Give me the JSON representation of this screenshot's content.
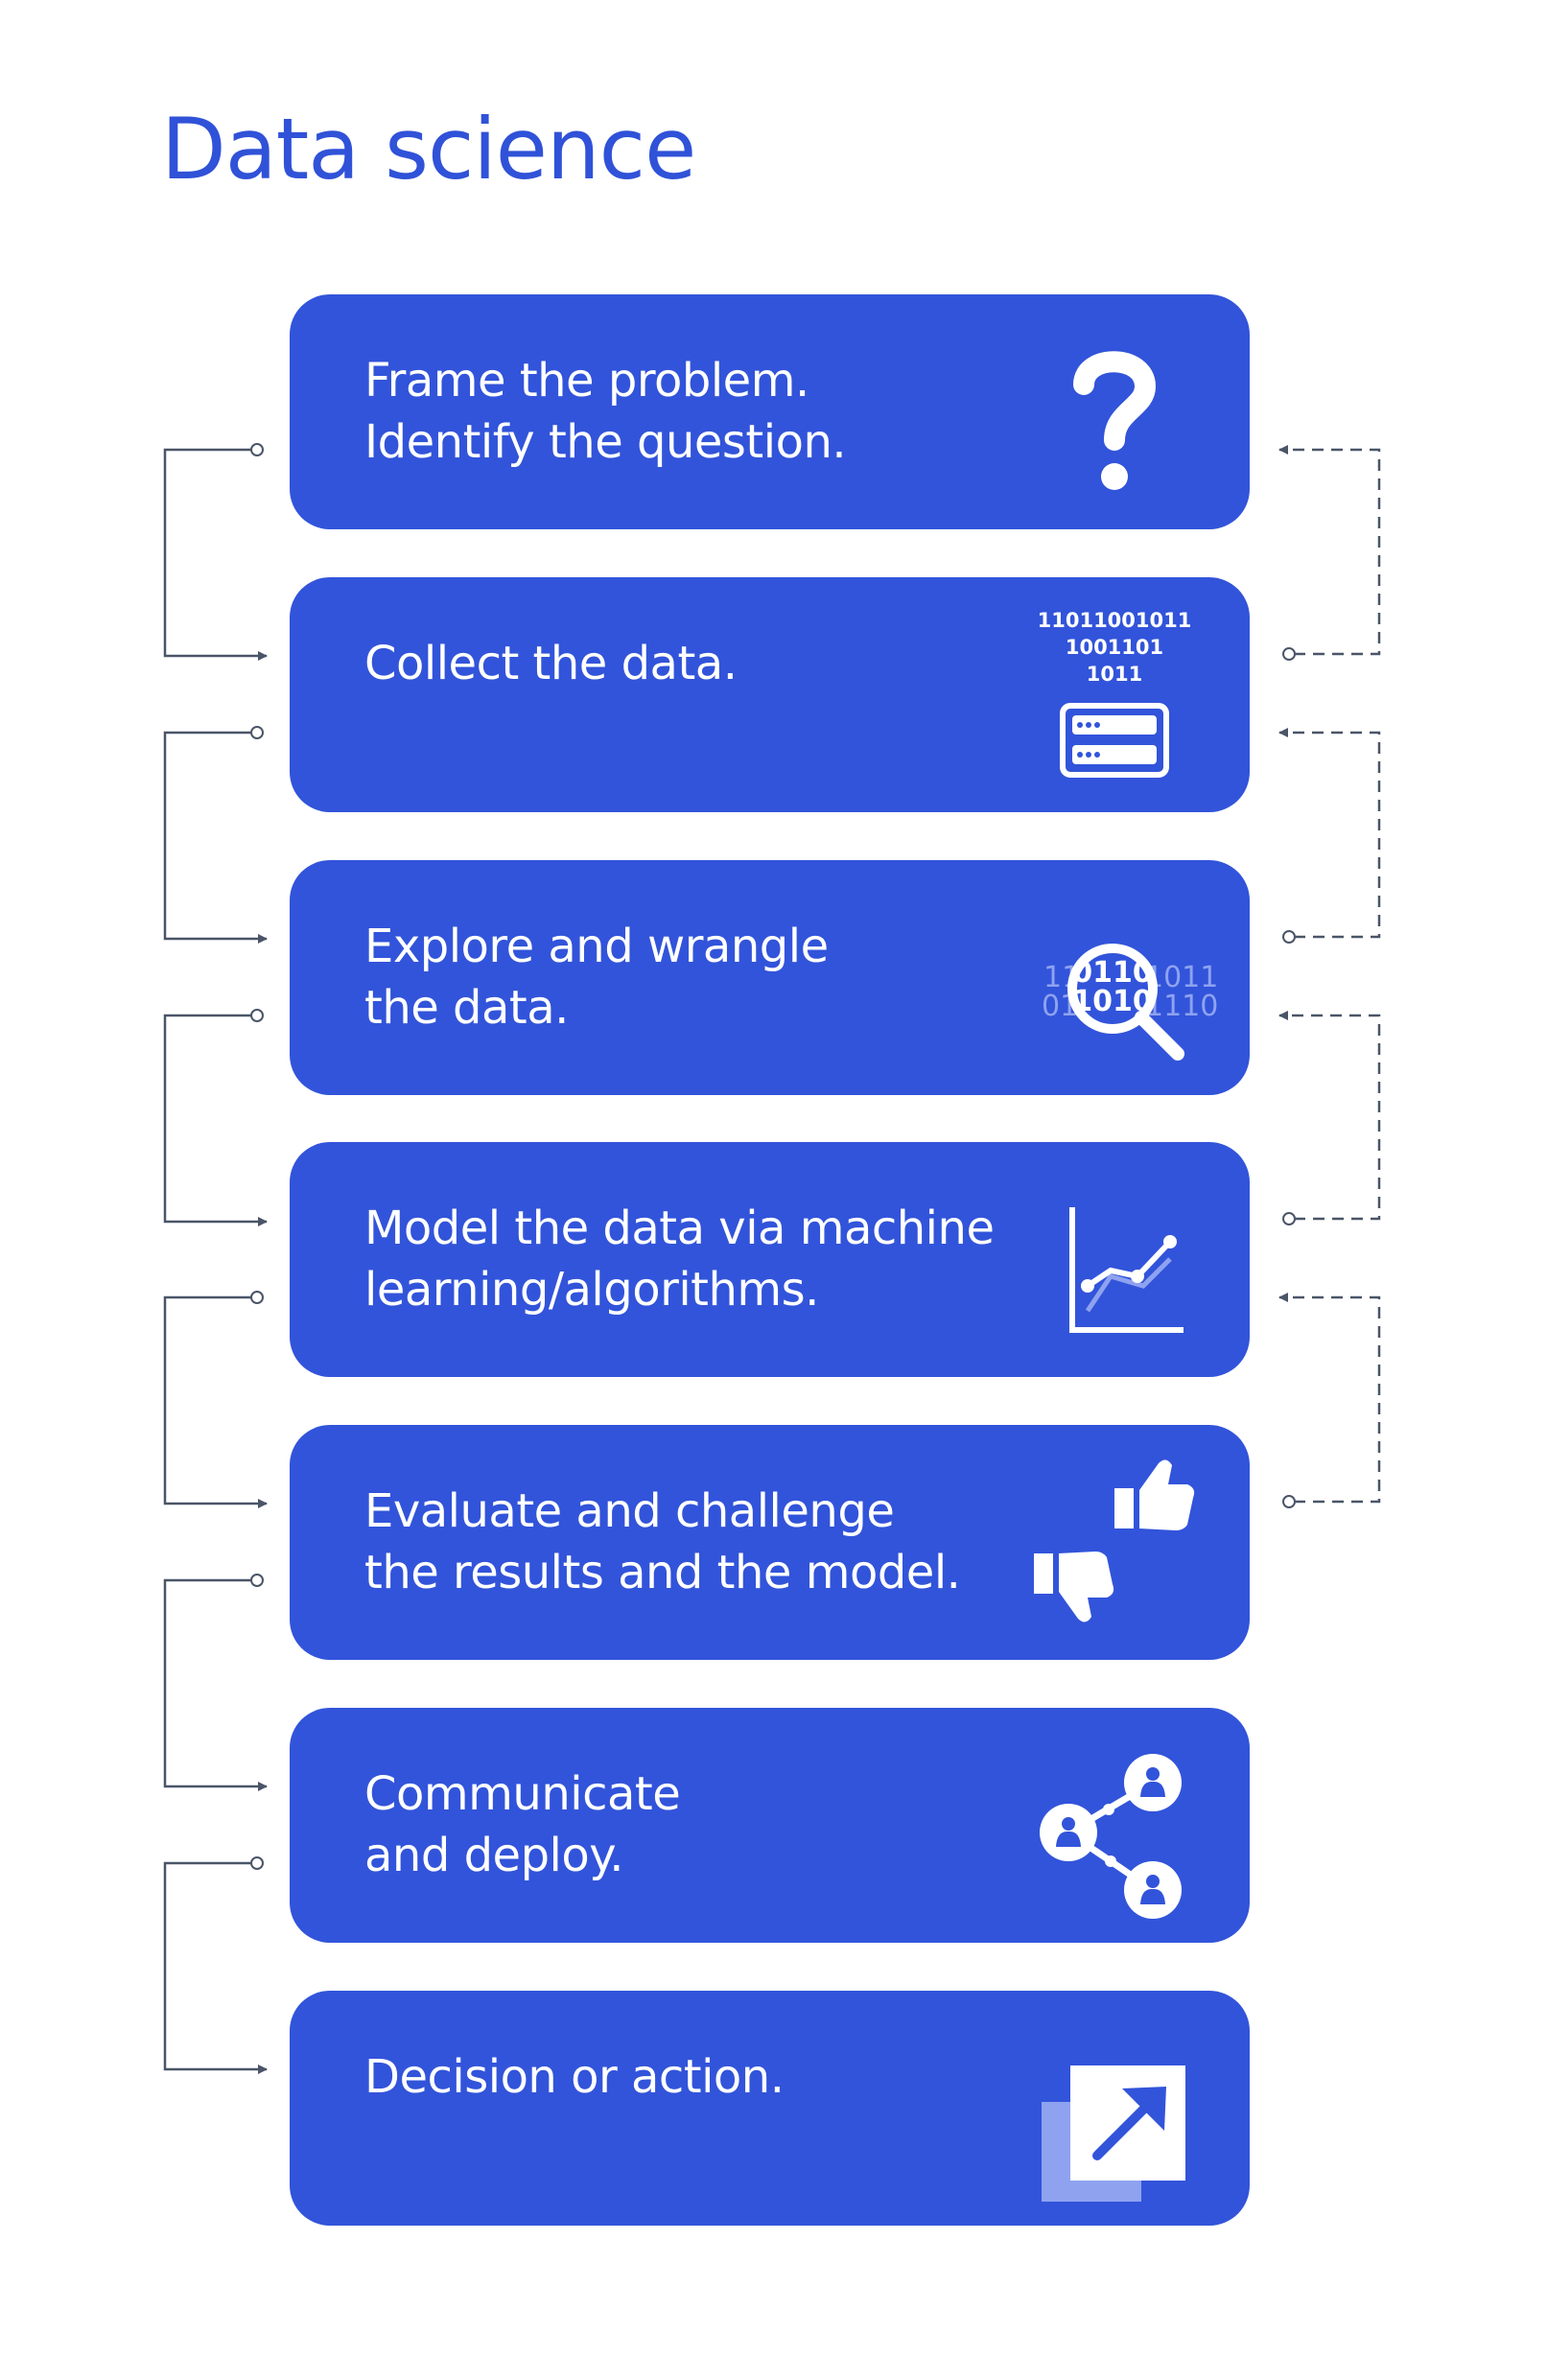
{
  "title": "Data science",
  "colors": {
    "title": "#3052d8",
    "card": "#3254da",
    "icon_secondary": "#8ea2f0",
    "connector": "#4a5568"
  },
  "steps": [
    {
      "id": "frame",
      "lines": [
        "Frame the problem.",
        "Identify the question."
      ],
      "icon": "question-mark-icon"
    },
    {
      "id": "collect",
      "lines": [
        "Collect the data."
      ],
      "icon": "database-server-icon",
      "icon_text": [
        "11011001011",
        "1001101",
        "1011"
      ]
    },
    {
      "id": "explore",
      "lines": [
        "Explore and wrangle",
        "the data."
      ],
      "icon": "magnifier-binary-icon",
      "icon_text": [
        "1101",
        "0110",
        "1011",
        "0110",
        "1010",
        "1110"
      ]
    },
    {
      "id": "model",
      "lines": [
        "Model the data via machine",
        "learning/algorithms."
      ],
      "icon": "line-chart-icon"
    },
    {
      "id": "evaluate",
      "lines": [
        "Evaluate and challenge",
        "the results and the model."
      ],
      "icon": "thumbs-up-down-icon"
    },
    {
      "id": "communicate",
      "lines": [
        "Communicate",
        "and deploy."
      ],
      "icon": "people-network-icon"
    },
    {
      "id": "decision",
      "lines": [
        "Decision or action."
      ],
      "icon": "external-arrow-icon"
    }
  ]
}
